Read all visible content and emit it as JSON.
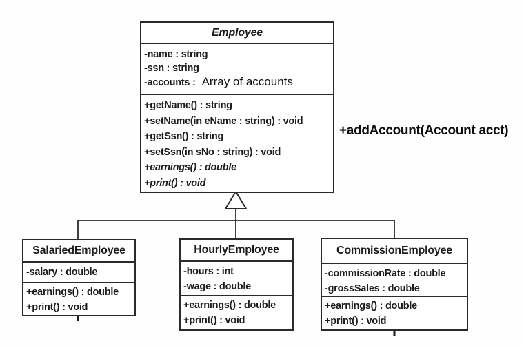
{
  "colors": {
    "background": "#fefefe",
    "line": "#2a2a2a",
    "text": "#1c1c1c"
  },
  "icons": {
    "generalization_arrow": "hollow-triangle-up"
  },
  "employee": {
    "name": "Employee",
    "attributes": [
      "-name : string",
      "-ssn : string",
      "-accounts :"
    ],
    "accounts_note": "Array of accounts",
    "methods": [
      "+getName() : string",
      "+setName(in eName : string) : void",
      "+getSsn() : string",
      "+setSsn(in sNo : string) : void",
      "+earnings() : double",
      "+print() : void"
    ]
  },
  "annotation": {
    "add_account": "+addAccount(Account acct)"
  },
  "subclasses": [
    {
      "name": "SalariedEmployee",
      "attributes": [
        "-salary : double"
      ],
      "methods": [
        "+earnings() : double",
        "+print() : void"
      ]
    },
    {
      "name": "HourlyEmployee",
      "attributes": [
        "-hours : int",
        "-wage : double"
      ],
      "methods": [
        "+earnings() : double",
        "+print() : void"
      ]
    },
    {
      "name": "CommissionEmployee",
      "attributes": [
        "-commissionRate : double",
        "-grossSales : double"
      ],
      "methods": [
        "+earnings() : double",
        "+print() : void"
      ]
    }
  ]
}
